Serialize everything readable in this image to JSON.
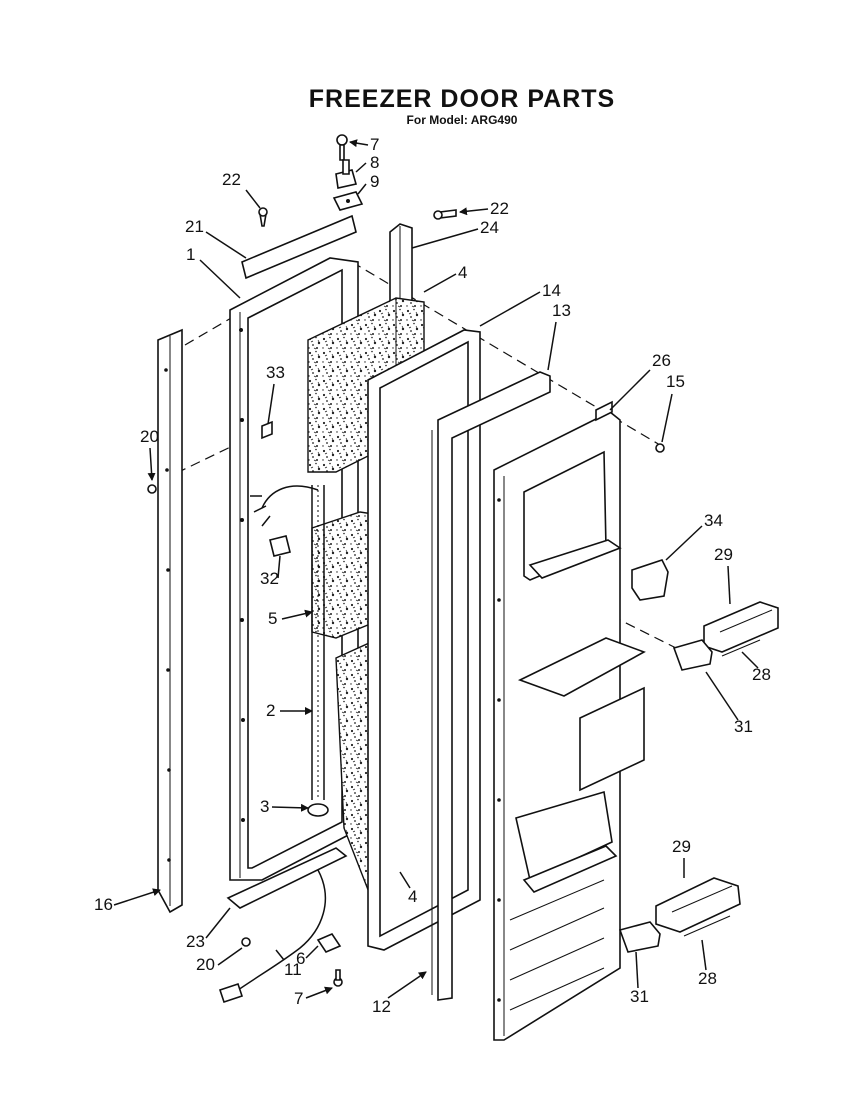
{
  "header": {
    "title": "FREEZER DOOR PARTS",
    "subtitle": "For Model: ARG490"
  },
  "callouts": [
    "7",
    "8",
    "9",
    "22",
    "22",
    "24",
    "21",
    "1",
    "4",
    "14",
    "13",
    "26",
    "15",
    "33",
    "20",
    "34",
    "29",
    "32",
    "5",
    "28",
    "31",
    "2",
    "3",
    "29",
    "16",
    "4",
    "23",
    "20",
    "6",
    "11",
    "7",
    "12",
    "31",
    "28"
  ]
}
